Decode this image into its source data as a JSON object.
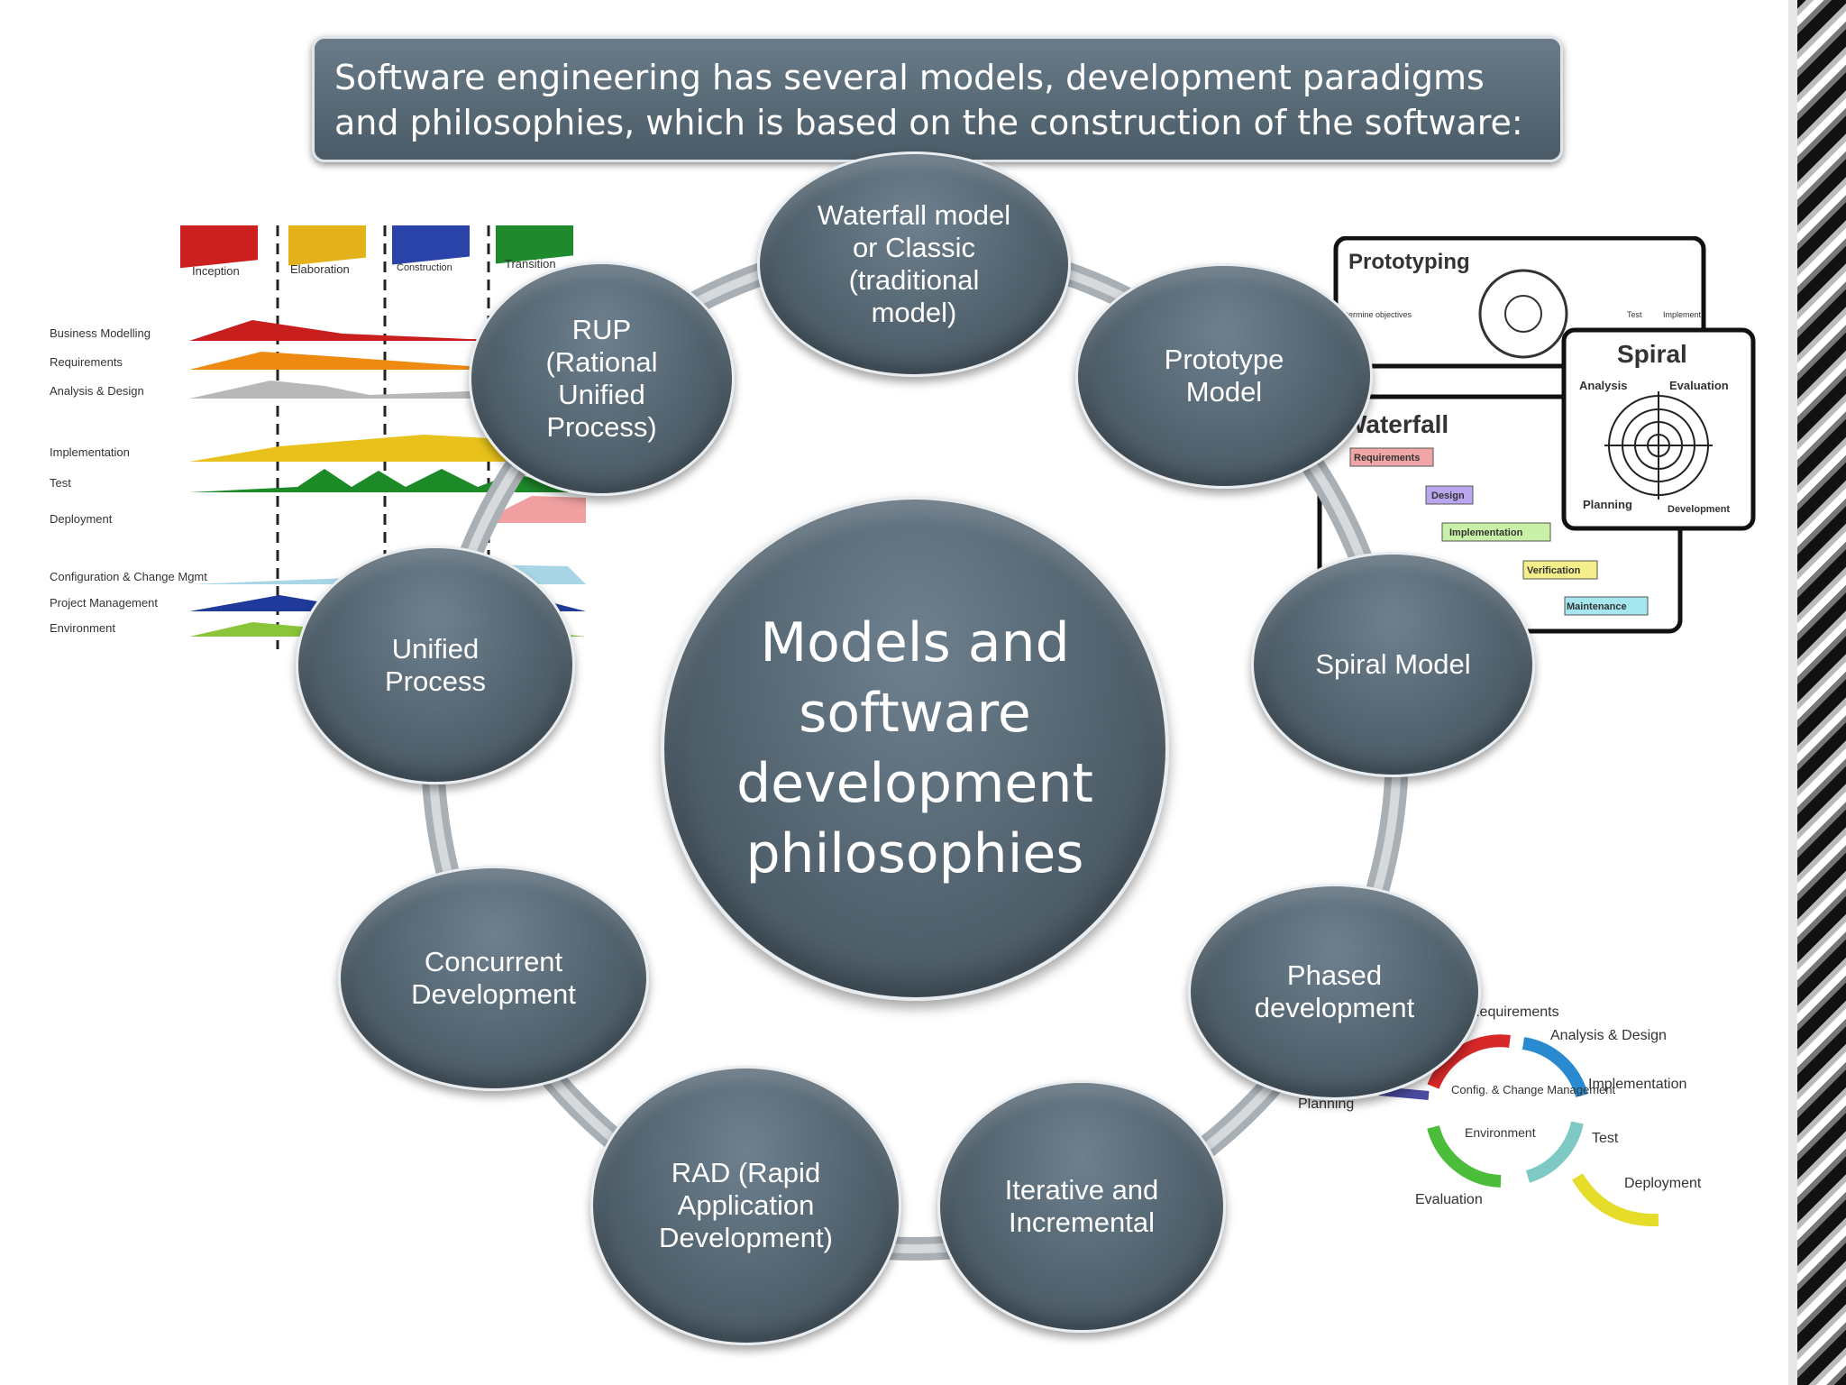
{
  "banner": {
    "text": "Software engineering has several models, development paradigms and philosophies, which is based on the construction of the software:"
  },
  "center": {
    "label": "Models and\nsoftware\ndevelopment\nphilosophies"
  },
  "nodes": [
    {
      "id": "waterfall",
      "label": "Waterfall model\nor Classic\n(traditional\nmodel)"
    },
    {
      "id": "prototype",
      "label": "Prototype\nModel"
    },
    {
      "id": "spiral",
      "label": "Spiral Model"
    },
    {
      "id": "phased",
      "label": "Phased\ndevelopment"
    },
    {
      "id": "iterative",
      "label": "Iterative and\nIncremental"
    },
    {
      "id": "rad",
      "label": "RAD (Rapid\nApplication\nDevelopment)"
    },
    {
      "id": "concurrent",
      "label": "Concurrent\nDevelopment"
    },
    {
      "id": "unified",
      "label": "Unified\nProcess"
    },
    {
      "id": "rup",
      "label": "RUP\n(Rational\nUnified\nProcess)"
    }
  ],
  "rup_chart": {
    "phases": [
      "Inception",
      "Elaboration",
      "Construction",
      "Transition"
    ],
    "disciplines": [
      "Business Modelling",
      "Requirements",
      "Analysis & Design",
      "Implementation",
      "Test",
      "Deployment",
      "Configuration & Change Mgmt",
      "Project Management",
      "Environment"
    ]
  },
  "models_chart": {
    "prototyping_title": "Prototyping",
    "spiral_title": "Spiral",
    "waterfall_title": "Waterfall",
    "prototyping_steps": [
      "Determine objectives",
      "Test",
      "Implement"
    ],
    "spiral_quadrants": [
      "Analysis",
      "Evaluation",
      "Planning",
      "Development"
    ],
    "waterfall_steps": [
      "Requirements",
      "Design",
      "Implementation",
      "Verification",
      "Maintenance"
    ]
  },
  "iterative_chart": {
    "labels": [
      "Requirements",
      "Analysis & Design",
      "Implementation",
      "Test",
      "Deployment",
      "Evaluation",
      "Planning"
    ],
    "center_labels": [
      "Config. & Change Management",
      "Environment"
    ]
  }
}
